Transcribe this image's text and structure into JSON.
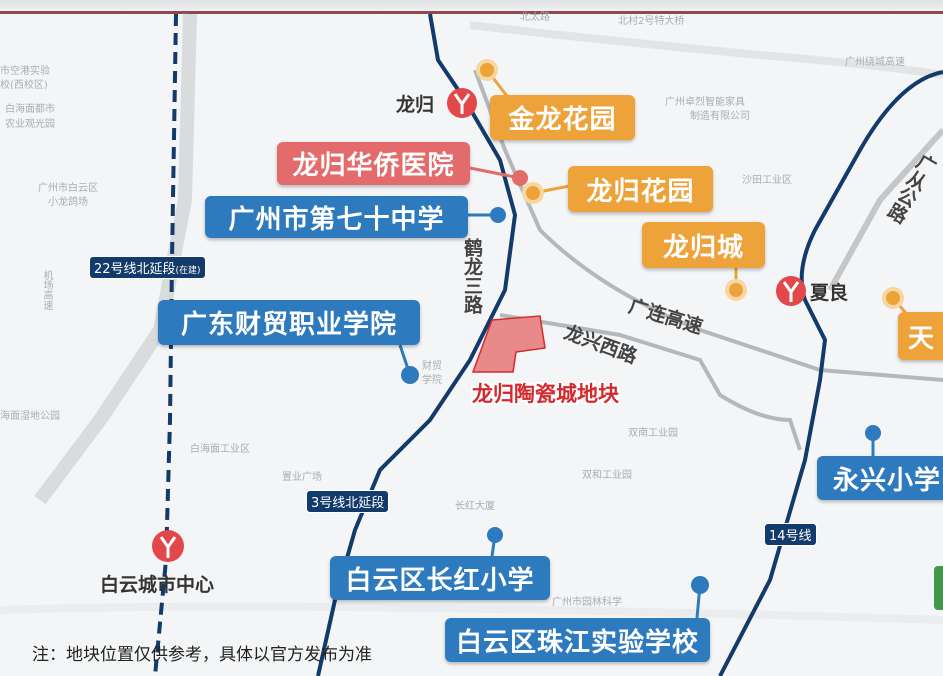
{
  "colors": {
    "metro_line": "#123a6b",
    "residential": "#eda23a",
    "school": "#2e7abf",
    "hospital": "#e36b6c",
    "plot": "#e8898a",
    "plot_label": "#d42a2e",
    "metro_station": "#e2474a"
  },
  "metro_stations": [
    {
      "name": "龙归",
      "icon": "metro-icon"
    },
    {
      "name": "夏良",
      "icon": "metro-icon"
    },
    {
      "name": "白云城市中心",
      "icon": "metro-icon"
    }
  ],
  "metro_lines": [
    "22号线北延段",
    "(在建)",
    "3号线北延段",
    "14号线"
  ],
  "residential": [
    "金龙花园",
    "龙归花园",
    "龙归城",
    "天"
  ],
  "hospital": [
    "龙归华侨医院"
  ],
  "schools": [
    "广州市第七十中学",
    "广东财贸职业学院",
    "永兴小学",
    "白云区长红小学",
    "白云区珠江实验学校"
  ],
  "roads": [
    "鹤龙三路",
    "广连高速",
    "龙兴西路",
    "广从公路"
  ],
  "plot": {
    "label": "龙归陶瓷城地块"
  },
  "pois": [
    "市空港实验",
    "校(西校区)",
    "白海面都市",
    "农业观光园",
    "广州市白云区",
    "小龙鸽场",
    "机场高速",
    "北太路",
    "北村2号特大桥",
    "广州绕城高速",
    "广州卓烈智能家具",
    "制造有限公司",
    "沙田工业区",
    "海面湿地公园",
    "白海面工业区",
    "置业广场",
    "双南工业园",
    "双和工业园",
    "长红大厦",
    "广州市园林科学",
    "财贸",
    "学院"
  ],
  "note": "注：地块位置仅供参考，具体以官方发布为准"
}
